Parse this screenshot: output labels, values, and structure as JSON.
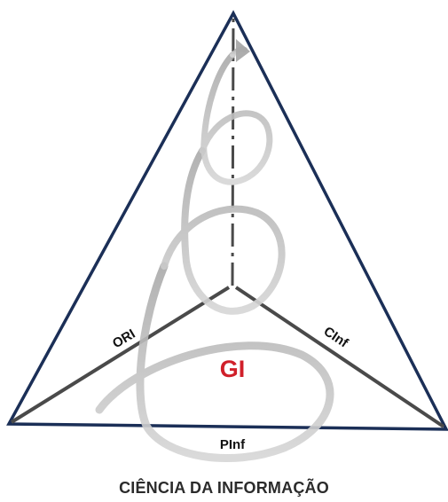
{
  "diagram": {
    "vertices": {
      "top_label": "",
      "left_label": "",
      "right_label": ""
    },
    "axes": {
      "left": "ORI",
      "right": "CInf",
      "bottom": "PInf"
    },
    "center_label": "GI",
    "caption": "CIÊNCIA DA INFORMAÇÃO",
    "colors": {
      "triangle_outline": "#1b2f57",
      "axis_lines": "#4a4a4a",
      "center_label": "#d0202a",
      "spiral": "#b5b5b5",
      "caption": "#2b2b2b"
    }
  }
}
